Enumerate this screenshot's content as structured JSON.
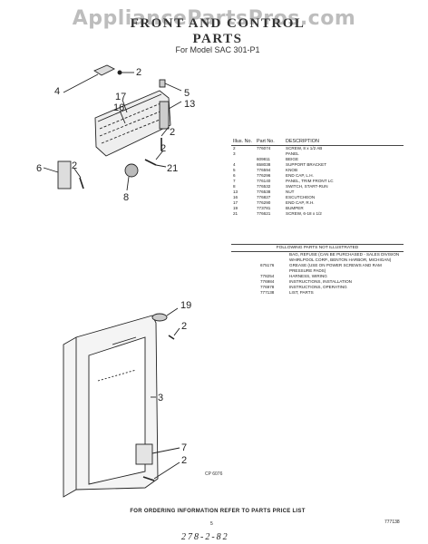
{
  "watermark": "AppliancePartsPros.com",
  "title": "FRONT AND CONTROL PARTS",
  "subtitle": "For Model SAC 301-P1",
  "callouts": {
    "c4": "4",
    "c2a": "2",
    "c17": "17",
    "c16": "16",
    "c5": "5",
    "c13": "13",
    "c2b": "2",
    "c6": "6",
    "c2c": "2",
    "c2d": "2",
    "c21": "21",
    "c8": "8",
    "c19": "19",
    "c2e": "2",
    "c3": "3",
    "c7": "7",
    "c2f": "2"
  },
  "table": {
    "headers": {
      "illus": "Illus. No.",
      "part": "Part No.",
      "desc": "DESCRIPTION"
    },
    "rows": [
      {
        "illus": "2",
        "part": "776074",
        "desc": "SCREW, 8 x 1/2 AB"
      },
      {
        "illus": "3",
        "part": "",
        "desc": "PANEL"
      },
      {
        "illus": "",
        "part": "609811",
        "desc": "BEIGE"
      },
      {
        "illus": "4",
        "part": "658038",
        "desc": "SUPPORT BRACKET"
      },
      {
        "illus": "5",
        "part": "776594",
        "desc": "KNOB"
      },
      {
        "illus": "6",
        "part": "776296",
        "desc": "END CAP, L.H."
      },
      {
        "illus": "7",
        "part": "776140",
        "desc": "PANEL, TRIM FRONT LC"
      },
      {
        "illus": "8",
        "part": "776532",
        "desc": "SWITCH, START-RUN"
      },
      {
        "illus": "13",
        "part": "776538",
        "desc": "NUT"
      },
      {
        "illus": "16",
        "part": "776827",
        "desc": "ESCUTCHEON"
      },
      {
        "illus": "17",
        "part": "776290",
        "desc": "END CAP, R.H."
      },
      {
        "illus": "19",
        "part": "773781",
        "desc": "BUMPER"
      },
      {
        "illus": "21",
        "part": "776621",
        "desc": "SCREW, 6-18 x 1/2"
      }
    ],
    "separator": "FOLLOWING PARTS NOT ILLUSTRATED",
    "extra": [
      {
        "part": "",
        "desc": "BAG, REFUSE (CAN BE PURCHASED - SALES DIVISION WHIRLPOOL CORP., BENTON HARBOR, MICHIGAN)"
      },
      {
        "part": "675176",
        "desc": "GREASE (USE ON POWER SCREWS AND RAM PRESSURE PADS)"
      },
      {
        "part": "778254",
        "desc": "HARNESS, WIRING"
      },
      {
        "part": "776984",
        "desc": "INSTRUCTIONS, INSTALLATION"
      },
      {
        "part": "776978",
        "desc": "INSTRUCTIONS, OPERATING"
      },
      {
        "part": "777138",
        "desc": "LIST, PARTS"
      }
    ]
  },
  "figure_number": "CP 6076",
  "footer": "FOR ORDERING INFORMATION REFER TO PARTS PRICE LIST",
  "page_number": "5",
  "doc_code": "777138",
  "signature": "278-2-82"
}
